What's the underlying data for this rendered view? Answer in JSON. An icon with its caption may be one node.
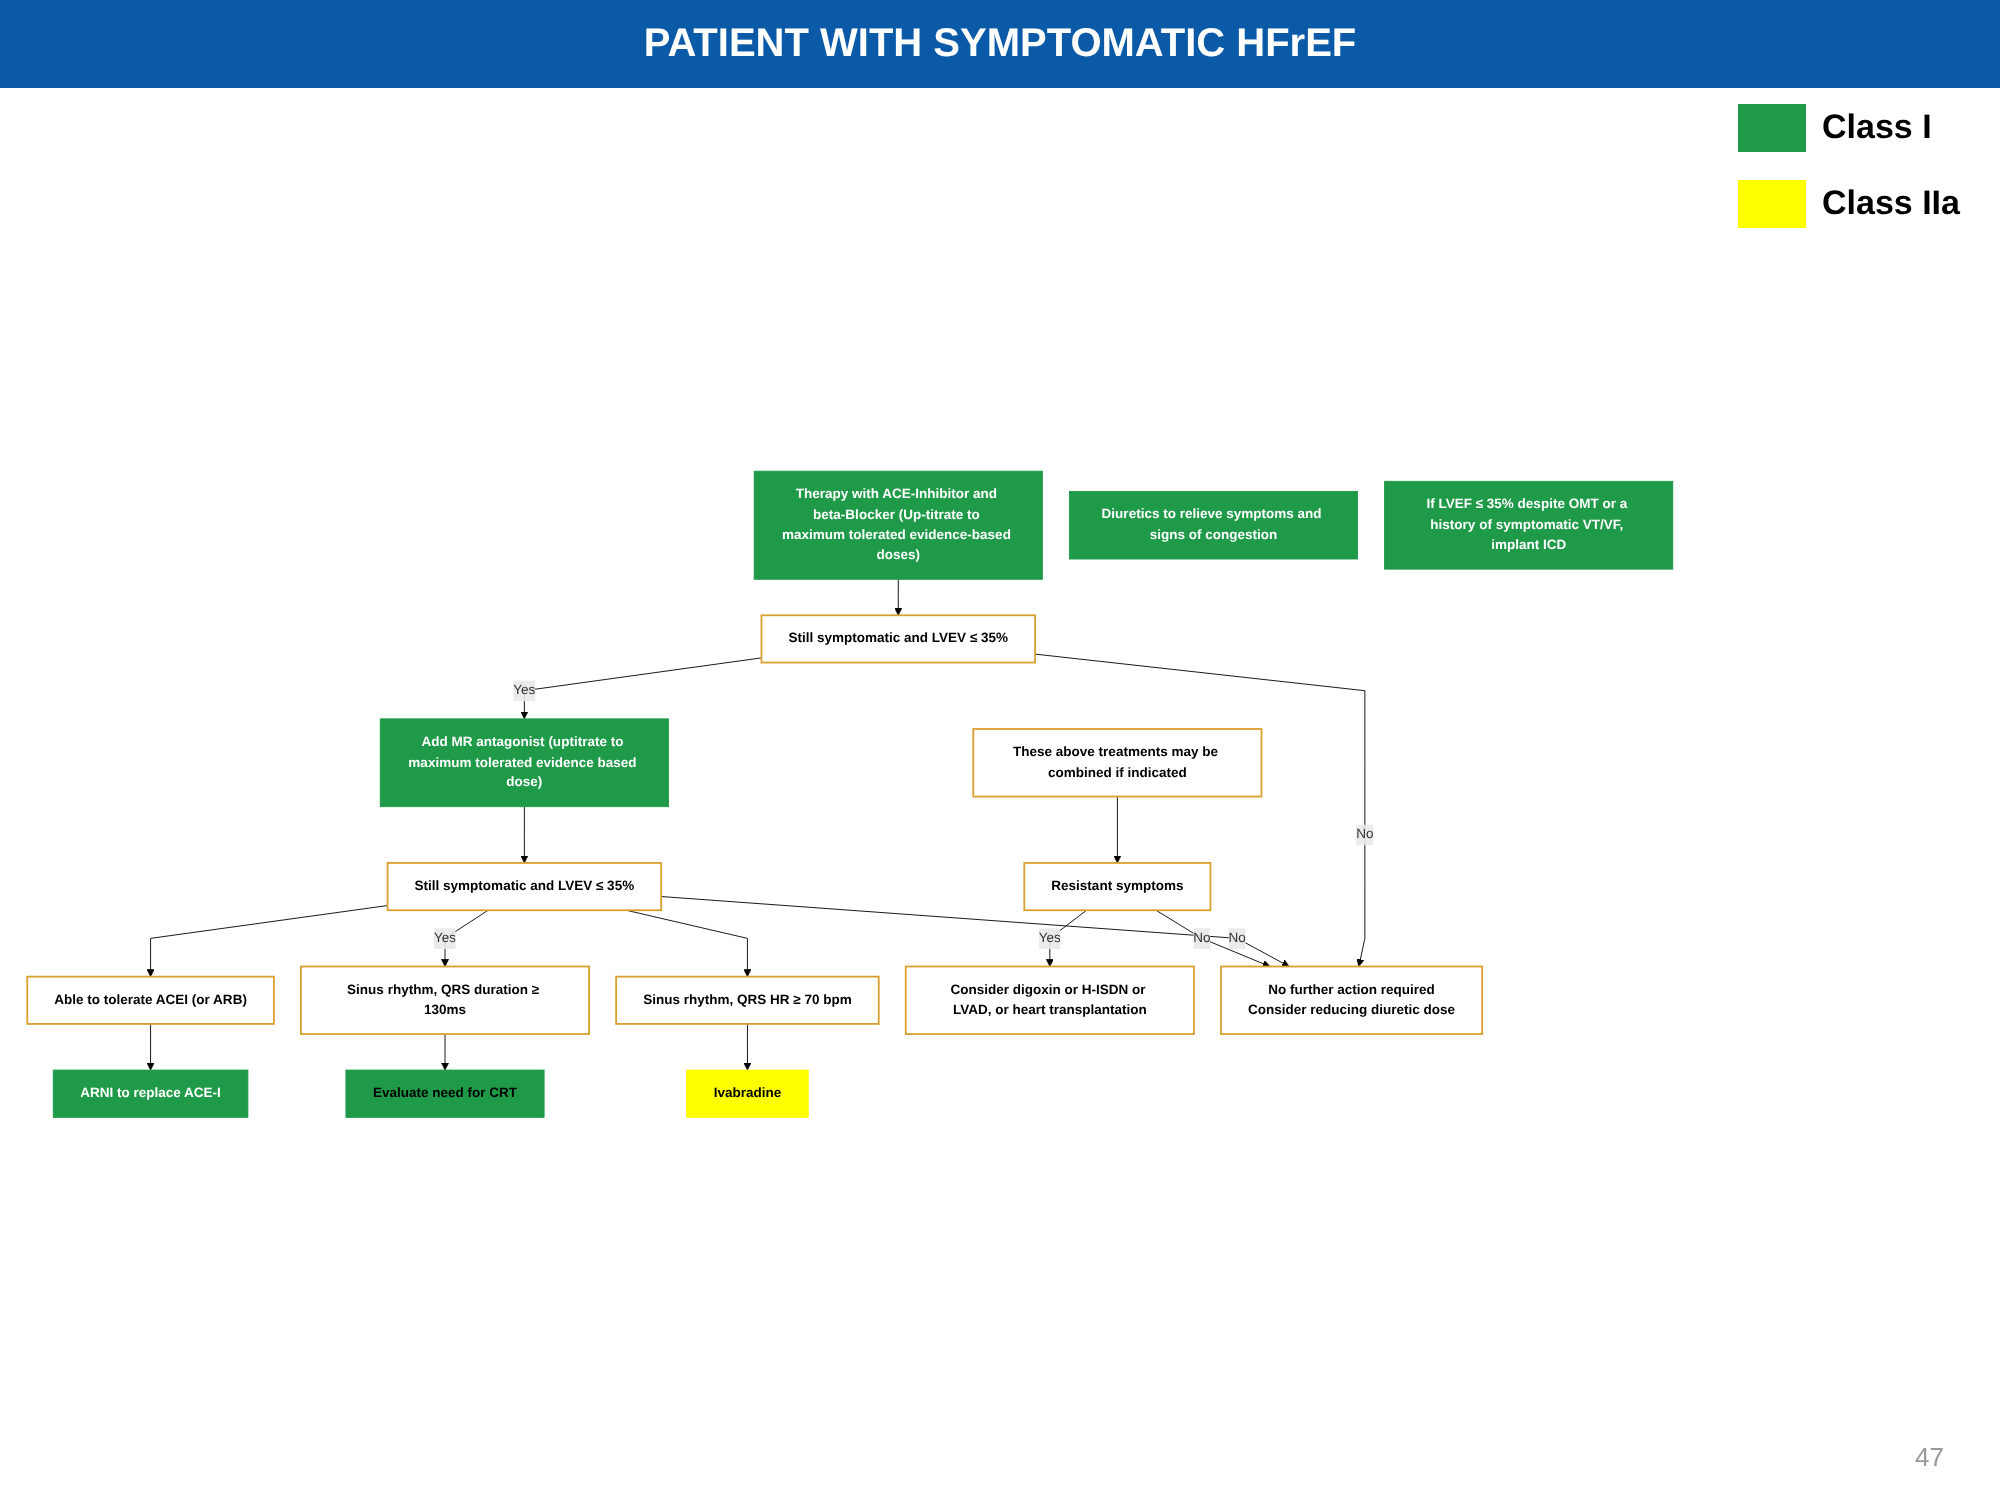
{
  "diagram": {
    "title": "PATIENT WITH SYMPTOMATIC HFrEF",
    "nodes": [
      {
        "text": [
          "Therapy with ACE-Inhibitor and beta-Blocker (Up-titrate to maximum tolerated evidence-based doses)"
        ]
      },
      {
        "text": [
          "Still symptomatic and LVEV ≤ 35%"
        ]
      },
      {
        "text": [
          "Add MR antagonist (uptitrate to maximum tolerated evidence based dose)"
        ]
      },
      {
        "text": [
          "Still symptomatic and LVEV ≤ 35%"
        ]
      },
      {
        "text": [
          "Able to tolerate ACEI (or ARB)"
        ]
      },
      {
        "text": [
          "Sinus rhythm, QRS duration ≥ 130ms"
        ]
      },
      {
        "text": [
          "Sinus rhythm, QRS HR ≥ 70 bpm"
        ]
      },
      {
        "text": [
          "ARNI to replace ACE-I"
        ]
      },
      {
        "text": [
          "Evaluate need for CRT"
        ]
      },
      {
        "text": [
          "Ivabradine"
        ]
      },
      {
        "text": [
          "These above treatments may be combined if indicated"
        ]
      },
      {
        "text": [
          "Resistant symptoms"
        ]
      },
      {
        "text": [
          "Consider digoxin or H-ISDN or LVAD, or heart transplantation"
        ]
      },
      {
        "text": [
          "No further action required",
          "Consider reducing diuretic dose"
        ]
      },
      {
        "text": [
          "Diuretics to relieve symptoms and signs of congestion"
        ]
      },
      {
        "text": [
          "If LVEF ≤ 35% despite OMT or a history of symptomatic VT/VF, implant ICD"
        ]
      }
    ],
    "edges": [
      {
        "from": 0,
        "to": 1,
        "arrow": "to"
      },
      {
        "from": 1,
        "to": 2,
        "label": "Yes",
        "arrow": "to"
      },
      {
        "from": 1,
        "to": 13,
        "label": "No",
        "arrow": "to"
      },
      {
        "from": 2,
        "to": 3,
        "arrow": "to"
      },
      {
        "from": 3,
        "to": 13,
        "label": "No",
        "arrow": "to"
      },
      {
        "from": 3,
        "to": 4,
        "arrow": "to"
      },
      {
        "from": 3,
        "to": 5,
        "label": "Yes",
        "arrow": "to"
      },
      {
        "from": 3,
        "to": 6,
        "arrow": "to"
      },
      {
        "from": 4,
        "to": 7,
        "arrow": "to"
      },
      {
        "from": 5,
        "to": 8,
        "arrow": "to"
      },
      {
        "from": 6,
        "to": 9,
        "arrow": "to"
      },
      {
        "from": 10,
        "to": 11,
        "arrow": "to"
      },
      {
        "from": 11,
        "to": 12,
        "label": "Yes",
        "arrow": "to"
      },
      {
        "from": 11,
        "to": 13,
        "label": "No",
        "arrow": "to"
      }
    ],
    "labels": [
      "47"
    ],
    "legend": [
      {
        "text": "Class I",
        "color": "#1e9a48"
      },
      {
        "text": "Class IIa",
        "color": "#ffff00"
      }
    ]
  }
}
